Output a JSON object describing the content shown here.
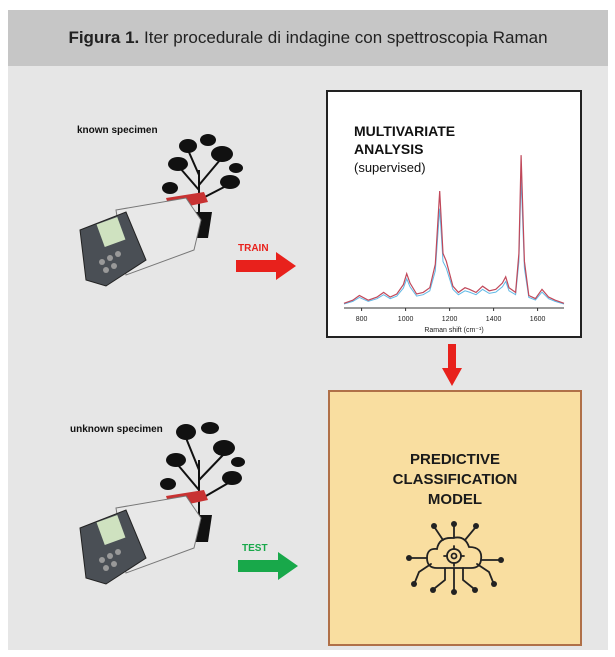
{
  "caption": {
    "bold": "Figura 1.",
    "text": " Iter procedurale di indagine con spettroscopia Raman"
  },
  "top_specimen_label": "known specimen",
  "bottom_specimen_label": "unknown specimen",
  "train_label": "TRAIN",
  "test_label": "TEST",
  "analysis": {
    "title_line1": "MULTIVARIATE",
    "title_line2": "ANALYSIS",
    "subtitle": "(supervised)",
    "xlabel": "Raman shift (cm⁻¹)"
  },
  "model": {
    "line1": "PREDICTIVE",
    "line2": "CLASSIFICATION",
    "line3": "MODEL"
  },
  "colors": {
    "train": "#e8211c",
    "test": "#18a84a",
    "flow_arrow": "#e8211c",
    "model_fill": "#f9dea0",
    "spectrum": "#c0485a",
    "component": "#3aa8e0"
  },
  "chart_data": {
    "type": "line",
    "xlabel": "Raman shift (cm⁻¹)",
    "xticks": [
      800,
      1000,
      1200,
      1400,
      1600
    ],
    "xlim": [
      720,
      1720
    ],
    "series": [
      {
        "x": [
          720,
          760,
          790,
          830,
          870,
          900,
          930,
          960,
          990,
          1005,
          1020,
          1050,
          1080,
          1110,
          1135,
          1155,
          1170,
          1185,
          1200,
          1215,
          1240,
          1270,
          1290,
          1320,
          1350,
          1380,
          1410,
          1440,
          1455,
          1470,
          1500,
          1515,
          1525,
          1540,
          1560,
          1590,
          1620,
          1650,
          1680,
          1720
        ],
        "y": [
          0.03,
          0.05,
          0.08,
          0.05,
          0.07,
          0.1,
          0.07,
          0.09,
          0.15,
          0.22,
          0.16,
          0.09,
          0.1,
          0.13,
          0.28,
          0.75,
          0.35,
          0.3,
          0.22,
          0.14,
          0.1,
          0.13,
          0.12,
          0.1,
          0.14,
          0.11,
          0.12,
          0.16,
          0.2,
          0.13,
          0.1,
          0.35,
          0.98,
          0.3,
          0.08,
          0.06,
          0.12,
          0.07,
          0.05,
          0.03
        ]
      }
    ]
  }
}
